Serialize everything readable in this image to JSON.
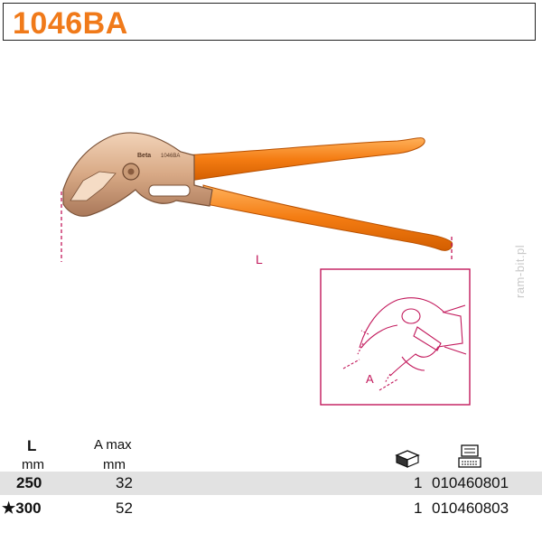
{
  "product": {
    "code": "1046BA"
  },
  "illustration": {
    "dimension_label": "L",
    "detail_label": "A",
    "handle_marking_brand": "Beta",
    "handle_marking_code": "1046BA"
  },
  "watermark": "ram-bit.pl",
  "table": {
    "headers": {
      "length": "L",
      "length_unit": "mm",
      "amax": "A max",
      "amax_unit": "mm"
    },
    "icons": {
      "packaging": "box-icon",
      "code": "keyboard-icon"
    },
    "rows": [
      {
        "length": "250",
        "amax": "32",
        "qty": "1",
        "code": "010460801",
        "marker": ""
      },
      {
        "length": "★300",
        "amax": "52",
        "qty": "1",
        "code": "010460803",
        "marker": "star"
      }
    ]
  },
  "colors": {
    "accent": "#f07a1a",
    "handle": "#f47c12",
    "metal": "#d8b08f",
    "dimension_line": "#c2185b"
  }
}
